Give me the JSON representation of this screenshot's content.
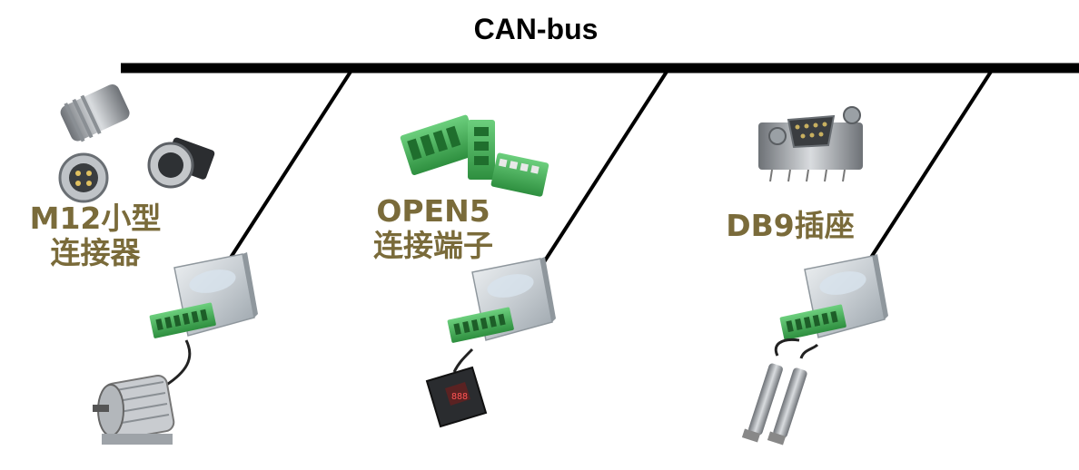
{
  "bus": {
    "title": "CAN-bus"
  },
  "colors": {
    "label": "#7a6b3a",
    "bus": "#000000",
    "module": "#c8ced3",
    "terminal": "#3aa84e"
  },
  "nodes": [
    {
      "connector_line1": "M12小型",
      "connector_line2": "连接器",
      "device": "motor-icon"
    },
    {
      "connector_line1": "OPEN5",
      "connector_line2": "连接端子",
      "device": "meter-icon"
    },
    {
      "connector_line1": "DB9插座",
      "connector_line2": "",
      "device": "sensor-probes-icon"
    }
  ]
}
